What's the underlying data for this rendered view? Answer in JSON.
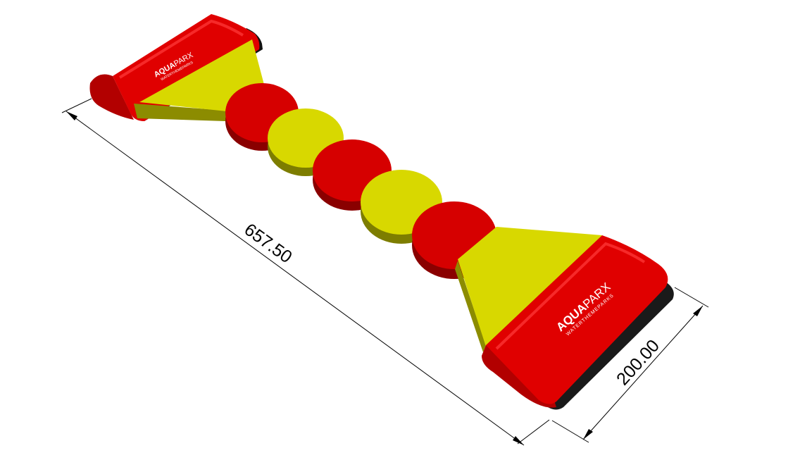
{
  "dimensions": {
    "length": "657.50",
    "width": "200.00"
  },
  "brand": {
    "name_bold": "AQUA",
    "name_light": "PARX",
    "tagline": "WATERTHEMEPARKS"
  },
  "colors": {
    "red": "#d60000",
    "red_dark": "#8a0000",
    "yellow": "#d8d800",
    "yellow_dark": "#7d7d00",
    "dimension_line": "#000000"
  }
}
